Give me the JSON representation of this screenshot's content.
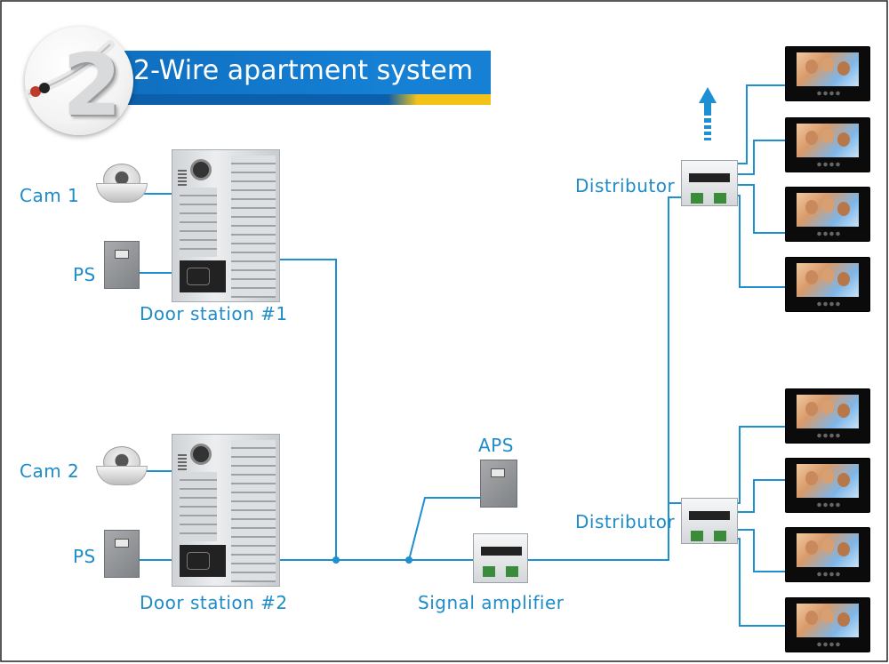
{
  "title": "2-Wire apartment system",
  "logo_numeral": "2",
  "labels": {
    "cam1": "Cam 1",
    "ps1": "PS",
    "door1": "Door station #1",
    "cam2": "Cam 2",
    "ps2": "PS",
    "door2": "Door station #2",
    "aps": "APS",
    "amplifier": "Signal amplifier",
    "distributor_top": "Distributor",
    "distributor_bottom": "Distributor"
  },
  "colors": {
    "wire": "#1e8fd0",
    "label": "#1d8cc9",
    "title_band": "#1580d4",
    "title_accent": "#f2c21a"
  },
  "icons": [
    "cable-icon",
    "dome-camera-icon",
    "power-supply-icon",
    "door-station-icon",
    "distributor-icon",
    "monitor-icon",
    "signal-amplifier-icon",
    "arrow-up-icon"
  ]
}
